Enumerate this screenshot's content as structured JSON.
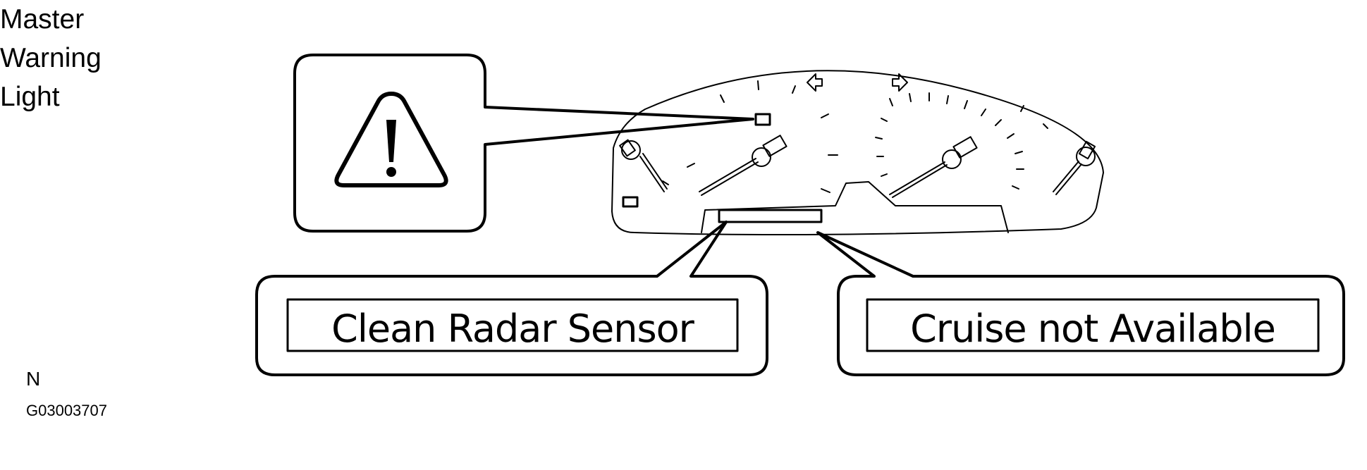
{
  "labels": {
    "master_warning": [
      "Master",
      "Warning",
      "Light"
    ],
    "north_marker": "N",
    "figure_id": "G03003707"
  },
  "messages": {
    "left": "Clean Radar Sensor",
    "right": "Cruise not  Available"
  },
  "icons": {
    "warning": "warning-triangle-icon",
    "turn_left": "left-arrow-icon",
    "turn_right": "right-arrow-icon"
  },
  "colors": {
    "line": "#000000",
    "background": "#ffffff"
  }
}
